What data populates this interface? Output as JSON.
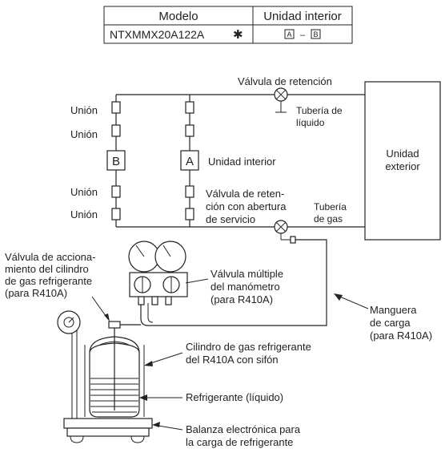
{
  "model_table": {
    "header_model": "Modelo",
    "header_unit": "Unidad interior",
    "model_value": "NTXMMX20A122A",
    "model_mark": "✱",
    "unit_a": "A",
    "unit_dash": "–",
    "unit_b": "B"
  },
  "labels": {
    "check_valve_liquid": "Válvula de retención",
    "liquid_pipe_1": "Tubería de",
    "liquid_pipe_2": "líquido",
    "union_1": "Unión",
    "union_2": "Unión",
    "union_3": "Unión",
    "union_4": "Unión",
    "box_b": "B",
    "box_a": "A",
    "indoor_unit": "Unidad interior",
    "outdoor_1": "Unidad",
    "outdoor_2": "exterior",
    "service_valve_1": "Válvula de reten-",
    "service_valve_2": "ción con abertura",
    "service_valve_3": "de servicio",
    "gas_pipe_1": "Tubería",
    "gas_pipe_2": "de gas",
    "cyl_valve_1": "Válvula de acciona-",
    "cyl_valve_2": "miento del cilindro",
    "cyl_valve_3": "de gas refrigerante",
    "cyl_valve_4": "(para R410A)",
    "manifold_1": "Válvula múltiple",
    "manifold_2": "del manómetro",
    "manifold_3": "(para R410A)",
    "hose_1": "Manguera",
    "hose_2": "de carga",
    "hose_3": "(para R410A)",
    "cylinder_1": "Cilindro de gas refrigerante",
    "cylinder_2": "del R410A con sifón",
    "refrigerant": "Refrigerante (líquido)",
    "scale_1": "Balanza electrónica para",
    "scale_2": "la carga de refrigerante"
  }
}
